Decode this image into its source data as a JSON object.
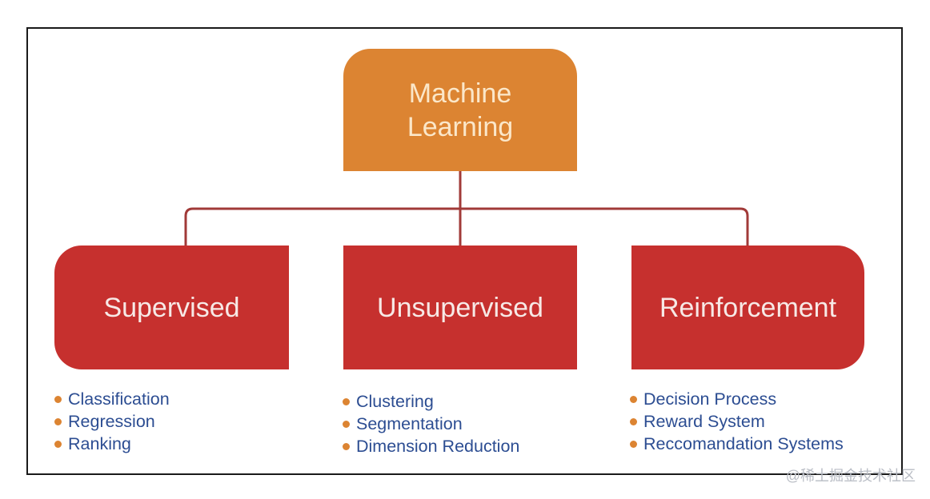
{
  "root": {
    "title": "Machine\nLearning"
  },
  "categories": [
    {
      "label": "Supervised",
      "items": [
        "Classification",
        "Regression",
        "Ranking"
      ]
    },
    {
      "label": "Unsupervised",
      "items": [
        "Clustering",
        "Segmentation",
        "Dimension Reduction"
      ]
    },
    {
      "label": "Reinforcement",
      "items": [
        "Decision Process",
        "Reward System",
        "Reccomandation Systems"
      ]
    }
  ],
  "colors": {
    "root_fill": "#dc8432",
    "category_fill": "#c6302e",
    "connector": "#a13a38",
    "item_text": "#2c4d92",
    "bullet": "#dc8432"
  },
  "watermark": "@稀土掘金技术社区"
}
